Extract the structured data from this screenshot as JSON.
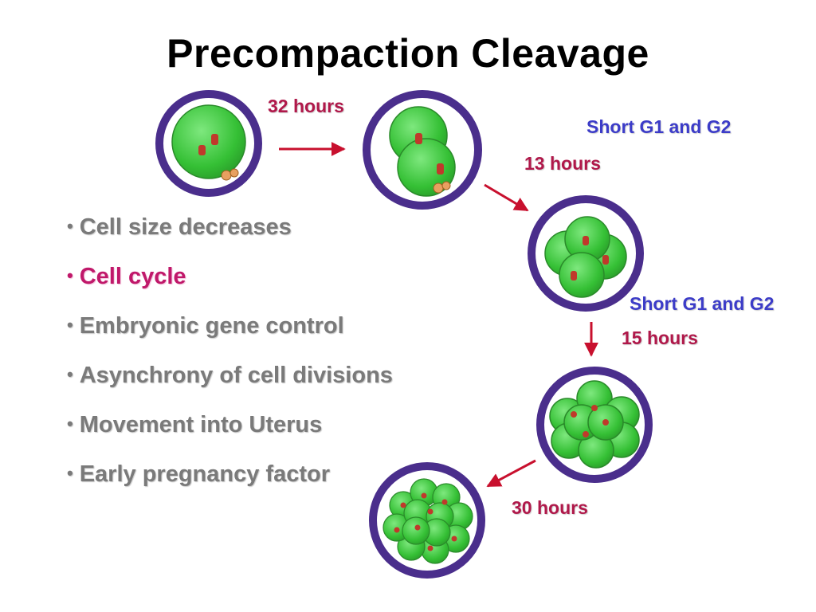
{
  "title": "Precompaction Cleavage",
  "bullets": [
    {
      "text": "Cell size decreases",
      "highlight": false
    },
    {
      "text": "Cell cycle",
      "highlight": true
    },
    {
      "text": "Embryonic gene control",
      "highlight": false
    },
    {
      "text": "Asynchrony of cell divisions",
      "highlight": false
    },
    {
      "text": "Movement into Uterus",
      "highlight": false
    },
    {
      "text": "Early pregnancy factor",
      "highlight": false
    }
  ],
  "stages": {
    "one_cell": {
      "cells": 1
    },
    "two_cell": {
      "cells": 2
    },
    "four_cell": {
      "cells": 4
    },
    "eight_cell": {
      "cells": 8
    },
    "sixteen_cell": {
      "cells": 16
    }
  },
  "transitions": {
    "t1": {
      "duration": "32 hours"
    },
    "t2": {
      "duration": "13 hours",
      "note": "Short G1 and G2"
    },
    "t3": {
      "duration": "15 hours",
      "note": "Short G1 and G2"
    },
    "t4": {
      "duration": "30 hours"
    }
  },
  "colors": {
    "zona": "#4a2e8c",
    "cell": "#3cc23c",
    "nucleus": "#c0392b",
    "arrow": "#c8102e",
    "duration_text": "#b0184a",
    "note_text": "#3c3cc8",
    "highlight_text": "#c0186a",
    "bullet_text": "#7a7a7a"
  }
}
